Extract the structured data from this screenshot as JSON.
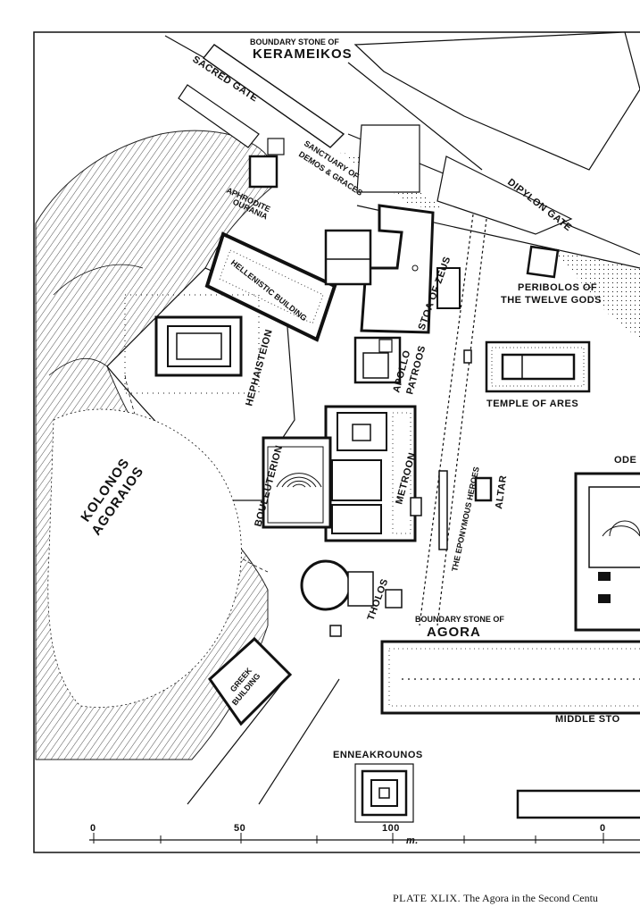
{
  "labels": {
    "boundary_kerameikos_small": "BOUNDARY STONE OF",
    "boundary_kerameikos_big": "KERAMEIKOS",
    "sacred_gate": "SACRED GATE",
    "sanctuary_1": "SANCTUARY OF",
    "sanctuary_2": "DEMOS & GRACES",
    "aphrodite_1": "APHRODITE",
    "aphrodite_2": "OURANIA",
    "dipylon_gate": "DIPYLON GATE",
    "hellenistic_building": "HELLENISTIC BUILDING",
    "stoa_of_zeus": "STOA OF ZEUS",
    "peribolos_1": "PERIBOLOS OF",
    "peribolos_2": "THE TWELVE GODS",
    "hephaisteion": "HEPHAISTEION",
    "apollo_1": "APOLLO",
    "apollo_2": "PATROOS",
    "temple_of_ares": "TEMPLE OF ARES",
    "kolonos_1": "KOLONOS",
    "kolonos_2": "AGORAIOS",
    "bouleuterion": "BOULEUTERION",
    "metroon": "METROON",
    "eponymous_heroes": "THE EPONYMOUS HEROES",
    "altar": "ALTAR",
    "odeion_partial": "ODE",
    "tholos": "THOLOS",
    "boundary_agora_small": "BOUNDARY STONE OF",
    "boundary_agora_big": "AGORA",
    "greek_building_1": "GREEK",
    "greek_building_2": "BUILDING",
    "middle_stoa_partial": "MIDDLE STO",
    "enneakrounos": "ENNEAKROUNOS"
  },
  "scale_bar": {
    "tick_0": "0",
    "tick_50": "50",
    "tick_100": "100",
    "unit": "m.",
    "tick_0_right": "0"
  },
  "caption": {
    "plate": "PLATE XLIX.",
    "text": "The Agora in the Second Centu"
  },
  "colors": {
    "ink": "#111111",
    "paper": "#ffffff"
  }
}
